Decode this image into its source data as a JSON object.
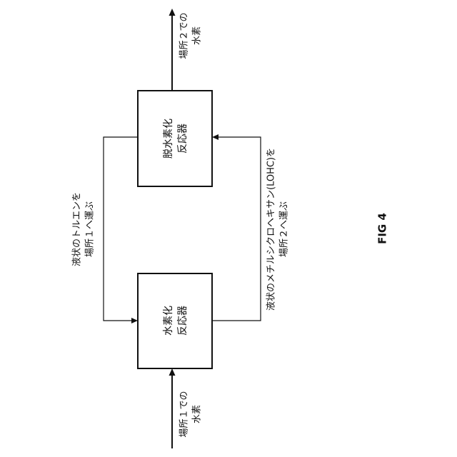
{
  "hydrogenation_reactor": {
    "line1": "水素化",
    "line2": "反応器"
  },
  "dehydrogenation_reactor": {
    "line1": "脱水素化",
    "line2": "反応器"
  },
  "hydrogen_at_location_1": {
    "line1": "場所１での",
    "line2": "水素"
  },
  "hydrogen_at_location_2": {
    "line1": "場所２での",
    "line2": "水素"
  },
  "toluene_return": {
    "line1": "液状のトルエンを",
    "line2": "場所１へ運ぶ"
  },
  "lohc_transport": {
    "line1": "液状のメチルシクロヘキサン(LOHC)を",
    "line2": "場所２へ運ぶ"
  },
  "figure_label": "FIG 4"
}
